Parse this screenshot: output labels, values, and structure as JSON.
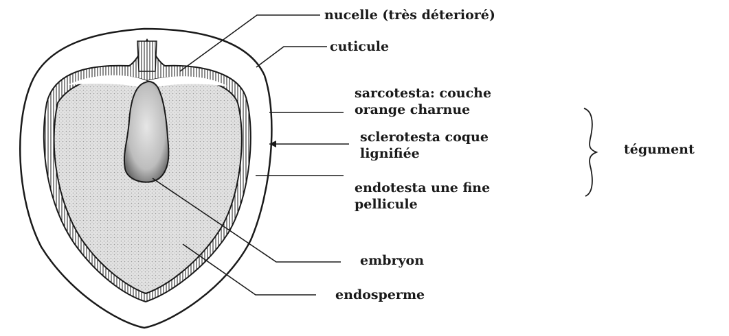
{
  "labels": {
    "nucelle": "nucelle (très déterioré)",
    "cuticule": "cuticule",
    "sarcotesta": [
      "sarcotesta: couche",
      "orange charnue"
    ],
    "sclerotesta": [
      "sclerotesta coque",
      "lignifiée"
    ],
    "endotesta": [
      "endotesta une fine",
      "pellicule"
    ],
    "embryon": "embryon",
    "endosperme": "endosperme",
    "tegument": "tégument"
  },
  "colors": {
    "ink": "#1a1a1a",
    "endosperm_fill": "#d9d9d9",
    "embryo_fill": "#c8c8c8",
    "background": "#ffffff"
  }
}
